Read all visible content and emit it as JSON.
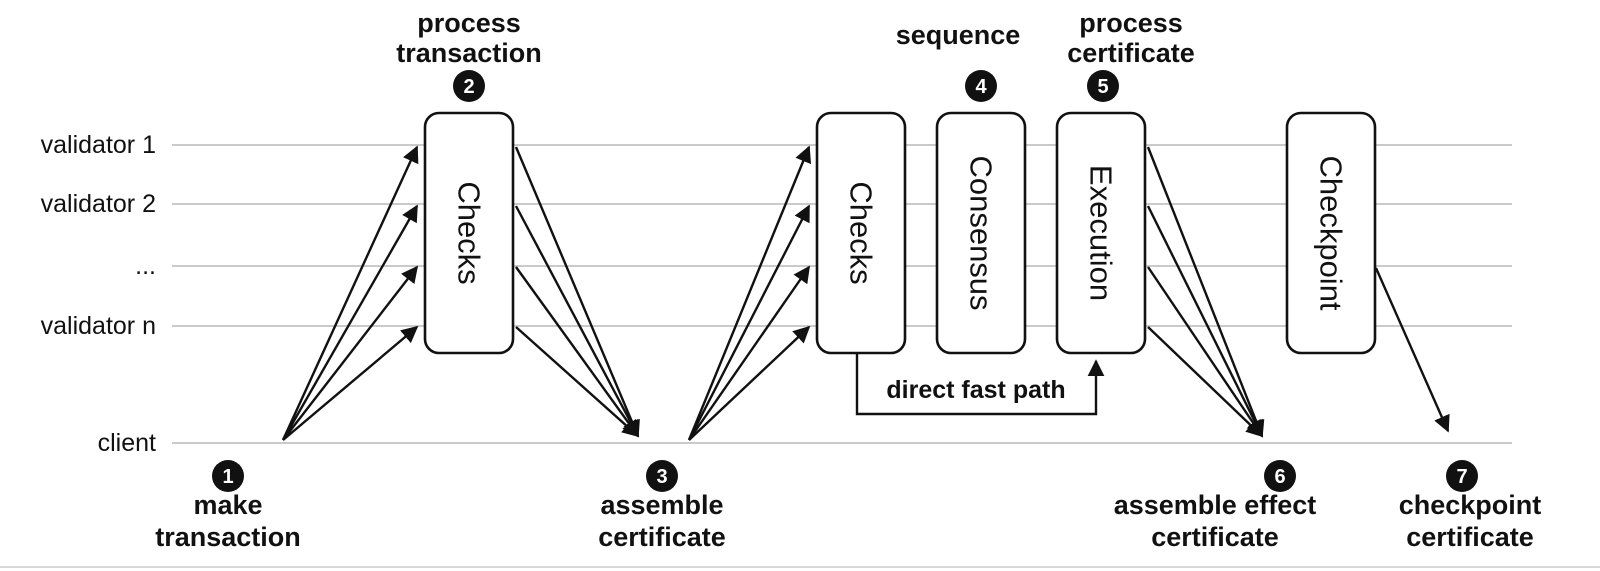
{
  "colors": {
    "ink": "#111111",
    "lane_line": "#b9b9b9",
    "box_fill": "#ffffff",
    "background": "#ffffff"
  },
  "lanes": [
    {
      "label": "validator 1"
    },
    {
      "label": "validator 2"
    },
    {
      "label": "..."
    },
    {
      "label": "validator n"
    },
    {
      "label": "client"
    }
  ],
  "boxes": [
    {
      "label": "Checks"
    },
    {
      "label": "Checks"
    },
    {
      "label": "Consensus"
    },
    {
      "label": "Execution"
    },
    {
      "label": "Checkpoint"
    }
  ],
  "steps": [
    {
      "number": "1",
      "line1": "make",
      "line2": "transaction"
    },
    {
      "number": "2",
      "line1": "process",
      "line2": "transaction"
    },
    {
      "number": "3",
      "line1": "assemble",
      "line2": "certificate"
    },
    {
      "number": "4",
      "line1": "sequence",
      "line2": ""
    },
    {
      "number": "5",
      "line1": "process",
      "line2": "certificate"
    },
    {
      "number": "6",
      "line1": "assemble effect",
      "line2": "certificate"
    },
    {
      "number": "7",
      "line1": "checkpoint",
      "line2": "certificate"
    }
  ],
  "fast_path": {
    "label": "direct fast path"
  }
}
